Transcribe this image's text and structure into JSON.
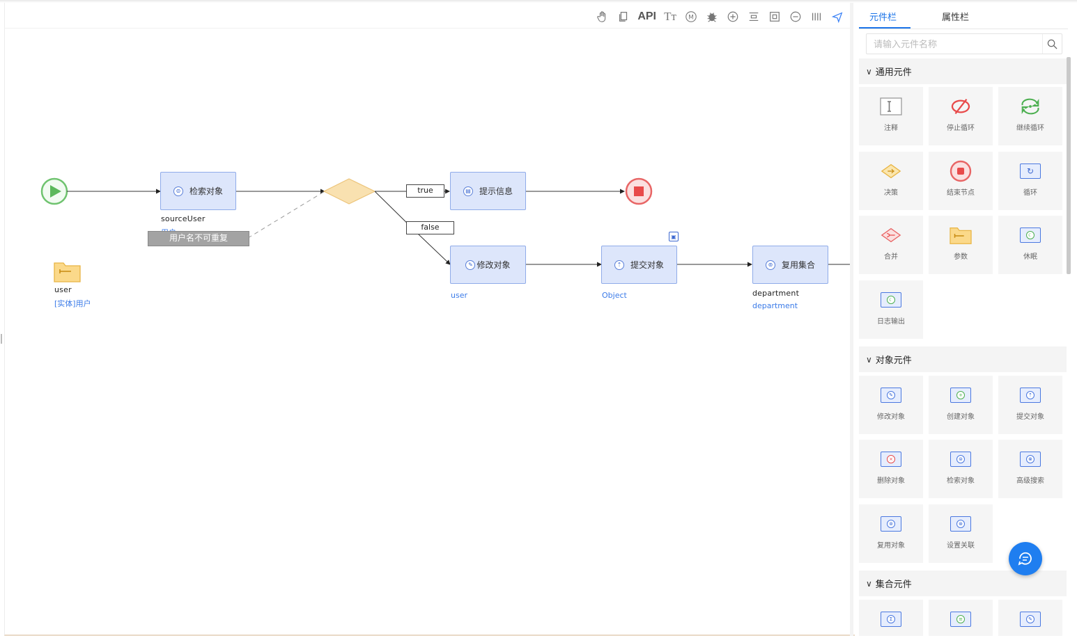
{
  "toolbar": {
    "items": [
      {
        "name": "hand-icon",
        "label": "✋"
      },
      {
        "name": "copy-icon",
        "label": "❐"
      },
      {
        "name": "api-button",
        "label": "API"
      },
      {
        "name": "text-format-icon",
        "label": "Tт"
      },
      {
        "name": "m-icon",
        "label": "M"
      },
      {
        "name": "debug-bug-icon",
        "label": "🐞"
      },
      {
        "name": "zoom-in-icon",
        "label": "⊕"
      },
      {
        "name": "align-icon",
        "label": "☰"
      },
      {
        "name": "fit-icon",
        "label": "⊡"
      },
      {
        "name": "zoom-out-icon",
        "label": "⊖"
      },
      {
        "name": "columns-icon",
        "label": "⦀"
      },
      {
        "name": "send-icon",
        "label": "➤"
      }
    ]
  },
  "flow": {
    "nodes": {
      "retrieve": {
        "title": "检索对象",
        "label": "sourceUser",
        "sub": "用户"
      },
      "notify": {
        "title": "提示信息"
      },
      "modify": {
        "title": "修改对象",
        "sub": "user"
      },
      "commit": {
        "title": "提交对象",
        "sub": "Object"
      },
      "reuse": {
        "title": "复用集合",
        "label": "department",
        "sub": "department"
      }
    },
    "edge_true": "true",
    "edge_false": "false",
    "error_tip": "用户名不可重复",
    "param": {
      "label": "user",
      "sub": "[实体]用户"
    }
  },
  "panel": {
    "tabs": [
      "元件栏",
      "属性栏"
    ],
    "search_placeholder": "请输入元件名称",
    "sections": {
      "general": {
        "title": "通用元件",
        "items": [
          "注释",
          "停止循环",
          "继续循环",
          "决策",
          "结束节点",
          "循环",
          "合并",
          "参数",
          "休眠",
          "日志输出"
        ]
      },
      "object": {
        "title": "对象元件",
        "items": [
          "修改对象",
          "创建对象",
          "提交对象",
          "删除对象",
          "检索对象",
          "高级搜索",
          "复用对象",
          "设置关联"
        ]
      },
      "collection": {
        "title": "集合元件"
      }
    }
  },
  "colors": {
    "accent": "#1a73e8",
    "node_fill": "#dde6fb",
    "node_border": "#8fabe9",
    "start": "#5cb85c",
    "end": "#e84a4a",
    "decision": "#f5d9a0"
  }
}
